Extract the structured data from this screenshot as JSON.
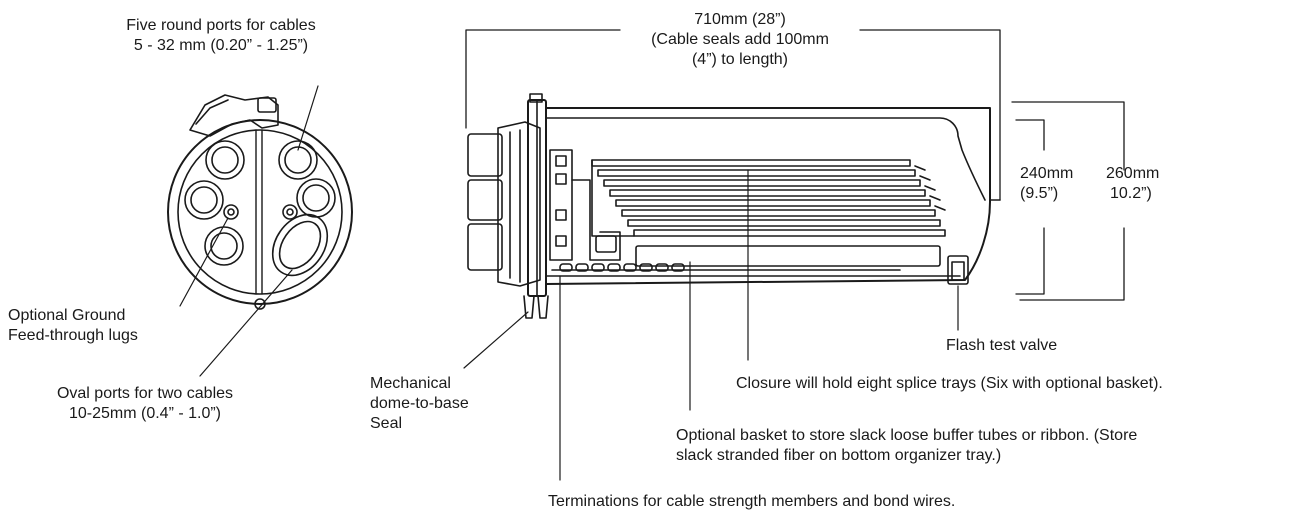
{
  "labels": {
    "ports_title": "Five round ports for cables",
    "ports_size": "5 - 32 mm (0.20” - 1.25”)",
    "length_1": "710mm (28”)",
    "length_2": "(Cable seals add 100mm",
    "length_3": "(4”) to length)",
    "h240_a": "240mm",
    "h240_b": "(9.5”)",
    "h260_a": "260mm",
    "h260_b": "10.2”)",
    "ground_1": "Optional Ground",
    "ground_2": "Feed-through lugs",
    "oval_1": "Oval ports for two cables",
    "oval_2": "10-25mm (0.4” - 1.0”)",
    "seal_1": "Mechanical",
    "seal_2": "dome-to-base",
    "seal_3": "Seal",
    "flash": "Flash test valve",
    "trays": "Closure will hold eight splice trays (Six with optional basket).",
    "basket_1": "Optional basket to store slack loose buffer tubes or ribbon. (Store",
    "basket_2": "slack stranded fiber on bottom organizer tray.)",
    "terminations": "Terminations for cable strength members and bond wires."
  },
  "colors": {
    "line": "#1a1a1a",
    "text": "#1a1a1a",
    "background": "#ffffff"
  }
}
